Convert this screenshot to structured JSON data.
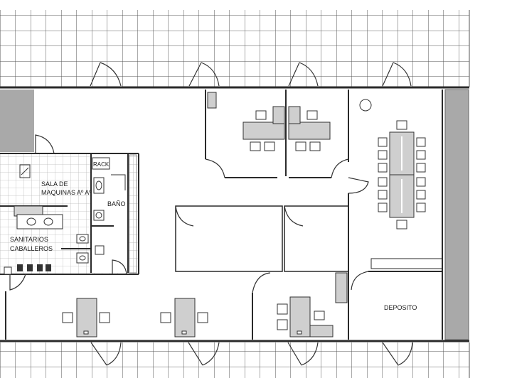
{
  "rooms": {
    "sala_maquinas": [
      "SALA DE",
      "MAQUINAS Aº Aº"
    ],
    "rack": "RACK",
    "bano": "BAÑO",
    "sanitarios": [
      "SANITARIOS",
      "CABALLEROS"
    ],
    "deposito": "DEPOSITO"
  },
  "colors": {
    "wall": "#2a2a2a",
    "grid": "#555555",
    "shade": "#a9a9a9",
    "tile": "#bfbfbf",
    "desk": "#cfcfcf"
  }
}
